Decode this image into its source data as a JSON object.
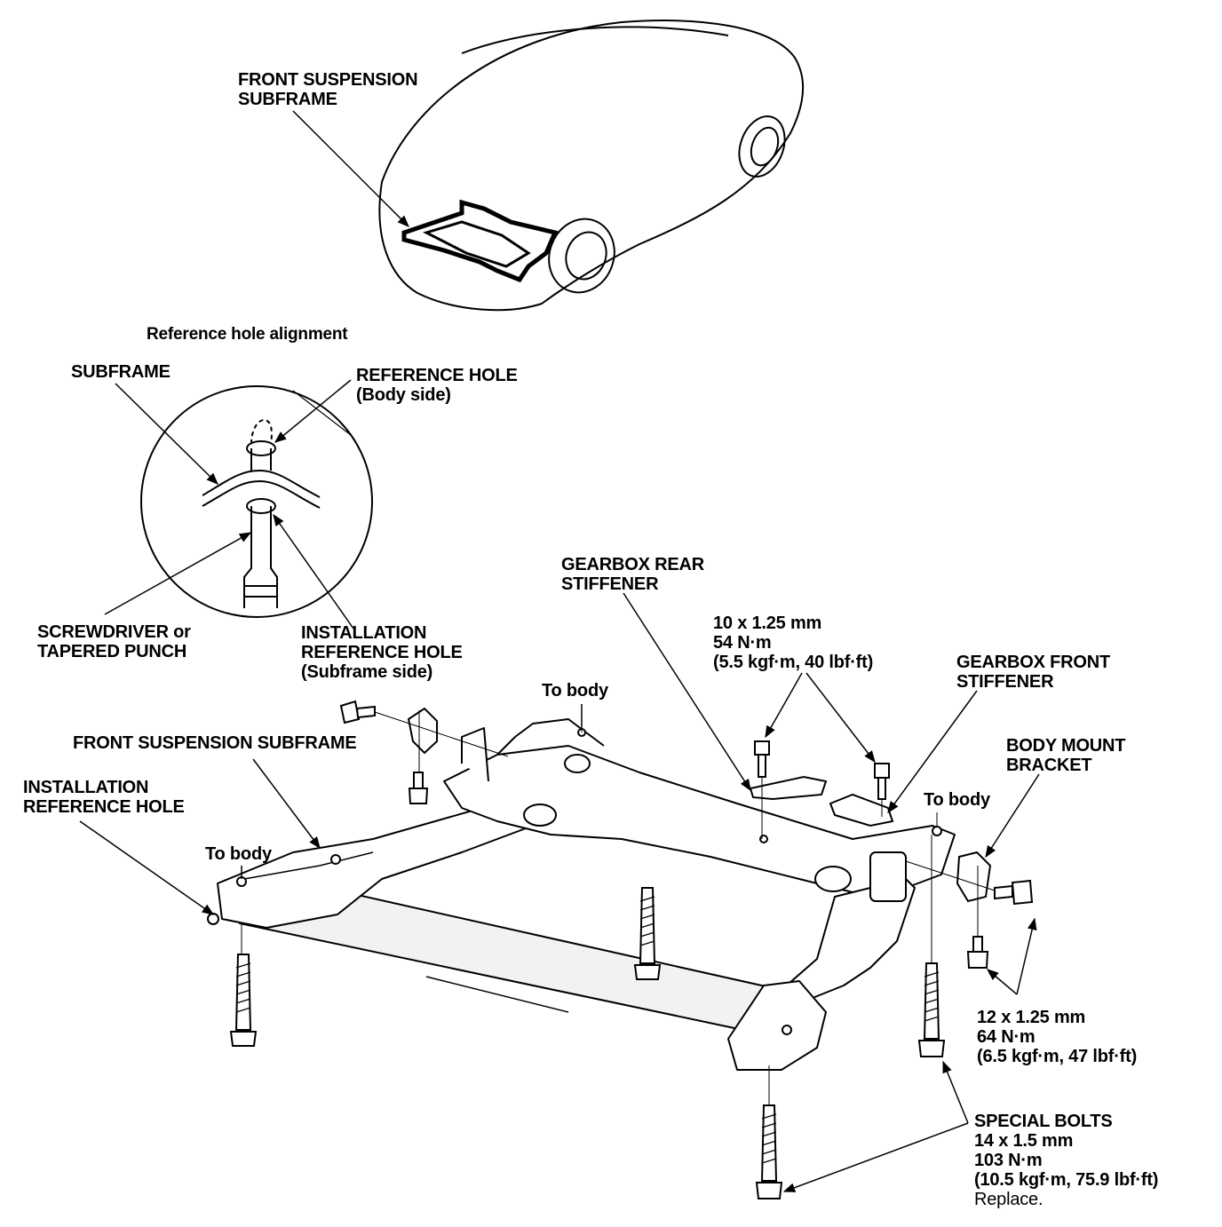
{
  "labels": {
    "car_subframe": [
      "FRONT SUSPENSION",
      "SUBFRAME"
    ],
    "ref_hole_alignment": "Reference hole alignment",
    "subframe": "SUBFRAME",
    "reference_hole": [
      "REFERENCE HOLE",
      "(Body side)"
    ],
    "screwdriver": [
      "SCREWDRIVER or",
      "TAPERED PUNCH"
    ],
    "installation_ref_hole_subframe": [
      "INSTALLATION",
      "REFERENCE HOLE",
      "(Subframe side)"
    ],
    "gearbox_rear_stiffener": [
      "GEARBOX REAR",
      "STIFFENER"
    ],
    "bolt_10": [
      "10 x 1.25 mm",
      "54 N·m",
      "(5.5 kgf·m, 40 lbf·ft)"
    ],
    "gearbox_front_stiffener": [
      "GEARBOX FRONT",
      "STIFFENER"
    ],
    "to_body_top": "To body",
    "front_suspension_subframe": "FRONT SUSPENSION SUBFRAME",
    "body_mount_bracket": [
      "BODY MOUNT",
      "BRACKET"
    ],
    "installation_ref_hole": [
      "INSTALLATION",
      "REFERENCE HOLE"
    ],
    "to_body_left": "To body",
    "to_body_right": "To body",
    "bolt_12": [
      "12 x 1.25 mm",
      "64 N·m",
      "(6.5 kgf·m, 47 lbf·ft)"
    ],
    "special_bolts": [
      "SPECIAL BOLTS",
      "14 x 1.5 mm",
      "103 N·m",
      "(10.5 kgf·m, 75.9 lbf·ft)"
    ],
    "replace": "Replace."
  },
  "colors": {
    "ink": "#000000",
    "paper": "#ffffff",
    "shade": "#d9d9d9"
  }
}
